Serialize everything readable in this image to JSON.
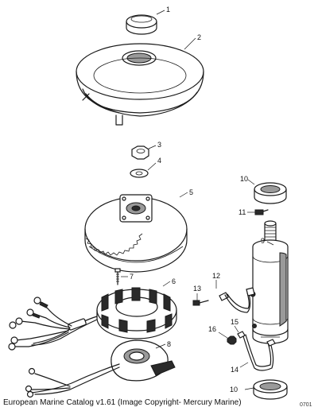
{
  "callouts": [
    "1",
    "2",
    "3",
    "4",
    "5",
    "6",
    "7",
    "8",
    "9",
    "10",
    "11",
    "12",
    "13",
    "14",
    "15",
    "16",
    "10"
  ],
  "caption": "European Marine Catalog v1.61 (Image Copyright- Mercury Marine)",
  "corner_fragment": "0701"
}
